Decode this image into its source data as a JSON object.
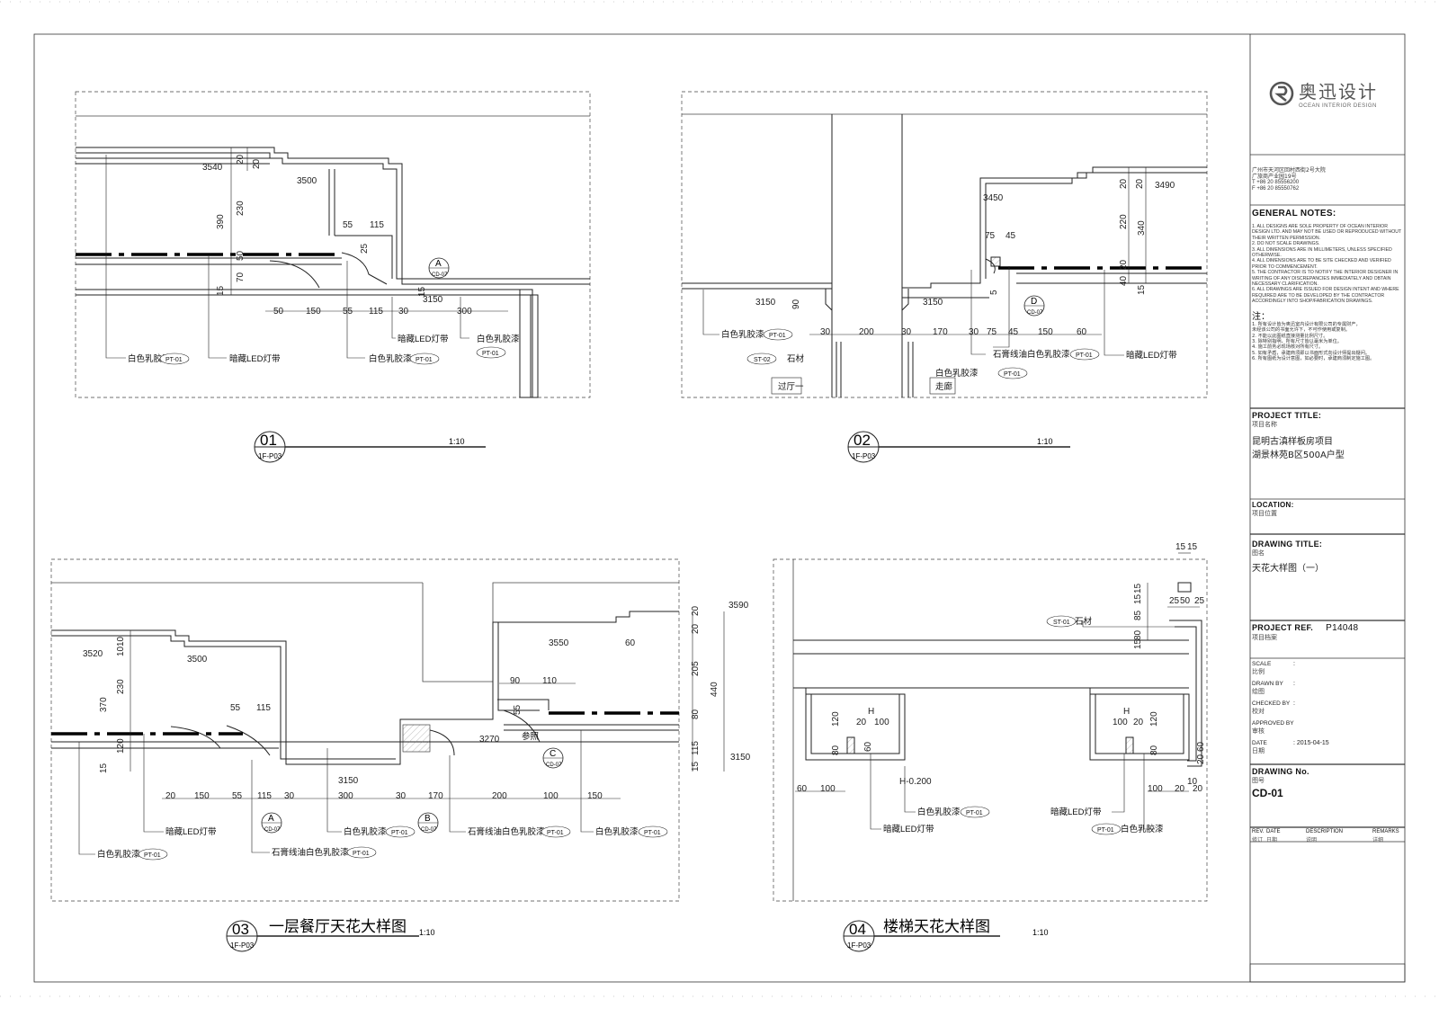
{
  "brand": {
    "name_cn": "奥迅设计",
    "name_en": "OCEAN INTERIOR DESIGN",
    "address": [
      "广州市天河区回村西街2号大院",
      "广旅商产业园19号",
      "T +86 20 85556200",
      "F +86 20 85550762"
    ]
  },
  "general_notes": {
    "title": "GENERAL NOTES:",
    "items": [
      "1. ALL DESIGNS ARE SOLE PROPERTY OF OCEAN INTERIOR DESIGN LTD. AND MAY NOT BE USED OR REPRODUCED WITHOUT THEIR WRITTEN PERMISSION.",
      "2. DO NOT SCALE DRAWINGS.",
      "3. ALL DIMENSIONS ARE IN MILLIMETERS, UNLESS SPECIFIED OTHERWISE.",
      "4. ALL DIMENSIONS ARE TO BE SITE CHECKED AND VERIFIED PRIOR TO COMMENCEMENT.",
      "5. THE CONTRACTOR IS TO NOTIFY THE INTERIOR DESIGNER IN WRITING OF ANY DISCREPANCIES IMMEDIATELY AND OBTAIN NECESSARY CLARIFICATION.",
      "6. ALL DRAWINGS ARE ISSUED FOR DESIGN INTENT AND WHERE REQUIRED ARE TO BE DEVELOPED BY THE CONTRACTOR ACCORDINGLY INTO SHOP/FABRICATION DRAWINGS."
    ],
    "cn_title": "注：",
    "cn_items": [
      "1. 所有设计皆为奥迅室内设计有限公司的专属财产，",
      "   未经该公司的书面允许下，不可作使用或复制。",
      "2. 不能以此图纸直接测量比例尺寸。",
      "3. 除特别指明，所有尺寸皆以毫米为单位。",
      "4. 施工前务必现场核对所有尺寸。",
      "5. 如有矛盾，承建商须即以书面形式向设计师提出疑问。",
      "6. 所有图纸为设计意图，如必要时，承建商须制定施工图。"
    ]
  },
  "project_title": {
    "label": "PROJECT TITLE:",
    "label_cn": "项目名称",
    "line1": "昆明古滇样板房项目",
    "line2": "湖景林苑B区500A户型"
  },
  "location": {
    "label": "LOCATION:",
    "label_cn": "项目位置"
  },
  "drawing_title": {
    "label": "DRAWING  TITLE:",
    "label_cn": "图名",
    "value": "天花大样图（一）"
  },
  "project_ref": {
    "label": "PROJECT REF.",
    "label_cn": "项目档案",
    "value": "P14048"
  },
  "scale": {
    "label": "SCALE",
    "label_cn": "比例",
    "value": ":"
  },
  "drawn_by": {
    "label": "DRAWN BY",
    "label_cn": "绘图",
    "value": ":"
  },
  "checked_by": {
    "label": "CHECKED BY",
    "label_cn": "校对",
    "value": ":"
  },
  "approved_by": {
    "label": "APPROVED BY",
    "label_cn": "审核",
    "value": ":"
  },
  "date": {
    "label": "DATE",
    "label_cn": "日期",
    "value": ":  2015-04-15"
  },
  "drawing_no": {
    "label": "DRAWING No.",
    "label_cn": "图号",
    "value": "CD-01"
  },
  "revisions": {
    "rev": "REV.",
    "rev_cn": "修订",
    "date": "DATE",
    "date_cn": "日期",
    "desc": "DESCRIPTION",
    "desc_cn": "说明",
    "remarks": "REMARKS",
    "remarks_cn": "详细"
  },
  "details": {
    "d1": {
      "num": "01",
      "ref": "1F-P03",
      "scale": "1:10",
      "elev": [
        "3540",
        "3500",
        "3150"
      ],
      "vdims": [
        "20",
        "20",
        "390",
        "230",
        "50",
        "25",
        "70",
        "15",
        "15"
      ],
      "hdims_top": [
        "55",
        "115"
      ],
      "hdims_bot": [
        "50",
        "150",
        "55",
        "115",
        "30",
        "300"
      ],
      "callout": {
        "letter": "A",
        "sheet": "CD-07"
      },
      "labels": {
        "led": "暗藏LED灯带",
        "led2": "暗藏LED灯带",
        "paint_a": "白色乳胶漆",
        "paint_b": "白色乳胶漆",
        "paint_c": "白色乳胶漆",
        "pt": "PT-01"
      }
    },
    "d2": {
      "num": "02",
      "ref": "1F-P03",
      "scale": "1:10",
      "elev": [
        "3450",
        "3490",
        "3150",
        "3150"
      ],
      "vdims": [
        "20",
        "20",
        "220",
        "340",
        "15",
        "40",
        "20",
        "5",
        "90"
      ],
      "hdims_top": [
        "75",
        "45"
      ],
      "hdims_bot": [
        "30",
        "200",
        "30",
        "170",
        "30",
        "75",
        "45",
        "150",
        "60"
      ],
      "callout": {
        "letter": "D",
        "sheet": "CD-07"
      },
      "labels": {
        "paint": "白色乳胶漆",
        "stone": "石材",
        "st": "ST-02",
        "moulding": "石膏线油白色乳胶漆",
        "paint2": "白色乳胶漆",
        "led": "暗藏LED灯带",
        "pt": "PT-01",
        "room1": "过厅一",
        "room2": "走廊"
      }
    },
    "d3": {
      "num": "03",
      "ref": "1F-P03",
      "title": "一层餐厅天花大样图",
      "scale": "1:10",
      "elev": [
        "3520",
        "3500",
        "3550",
        "3270",
        "3150",
        "3590",
        "3150"
      ],
      "vdims": [
        "10",
        "10",
        "370",
        "230",
        "120",
        "15",
        "20",
        "20",
        "205",
        "80",
        "115",
        "440",
        "15"
      ],
      "hdims_top": [
        "55",
        "115",
        "90",
        "110",
        "60"
      ],
      "hdims_bot": [
        "20",
        "150",
        "55",
        "115",
        "30",
        "300",
        "30",
        "170",
        "200",
        "100",
        "150"
      ],
      "callouts": [
        {
          "letter": "A",
          "sheet": "CD-07"
        },
        {
          "letter": "B",
          "sheet": "CD-07"
        },
        {
          "letter": "C",
          "sheet": "CD-07"
        }
      ],
      "labels": {
        "led": "暗藏LED灯带",
        "paint1": "白色乳胶漆",
        "moulding1": "石膏线油白色乳胶漆",
        "paint2": "白色乳胶漆",
        "moulding2": "石膏线油白色乳胶漆",
        "paint3": "白色乳胶漆",
        "ref": "参照",
        "dim55": "55",
        "pt": "PT-01"
      }
    },
    "d4": {
      "num": "04",
      "ref": "1F-P03",
      "title": "楼梯天花大样图",
      "scale": "1:10",
      "elev": [
        "H-0.200"
      ],
      "vdims_top": [
        "15",
        "15",
        "85",
        "80",
        "15"
      ],
      "hdims_top": [
        "15",
        "15",
        "25",
        "50",
        "25"
      ],
      "left_dims": [
        "120",
        "80",
        "20",
        "100",
        "60",
        "H"
      ],
      "right_dims": [
        "H",
        "100",
        "20",
        "120",
        "80",
        "20",
        "60"
      ],
      "hdims_bot": [
        "60",
        "100",
        "100",
        "20",
        "10",
        "20"
      ],
      "labels": {
        "stone": "石材",
        "st": "ST-01",
        "paint": "白色乳胶漆",
        "led": "暗藏LED灯带",
        "led2": "暗藏LED灯带",
        "paint2": "白色乳胶漆",
        "pt": "PT-01"
      }
    }
  }
}
